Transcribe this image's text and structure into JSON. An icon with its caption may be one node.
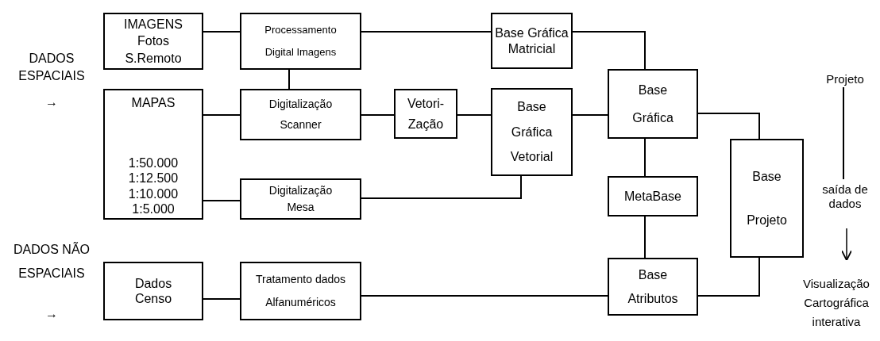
{
  "diagram": {
    "nodes": [
      {
        "text": [
          "IMAGENS",
          "Fotos",
          "S.Remoto"
        ]
      },
      {
        "text": [
          "Processamento",
          "Digital Imagens"
        ]
      },
      {
        "text": [
          "Base Gráfica Matricial"
        ]
      },
      {
        "text": [
          "MAPAS",
          "1:50.000 1:12.500 1:10.000 1:5.000"
        ]
      },
      {
        "text": [
          "Digitalização",
          "Scanner"
        ]
      },
      {
        "text": [
          "Vetori-",
          "Zação"
        ]
      },
      {
        "text": [
          "Base",
          "Gráfica",
          "Vetorial"
        ]
      },
      {
        "text": [
          "Base",
          "Gráfica"
        ]
      },
      {
        "text": [
          "Digitalização",
          "Mesa"
        ]
      },
      {
        "text": [
          "MetaBase"
        ]
      },
      {
        "text": [
          "Base",
          "Projeto"
        ]
      },
      {
        "text": [
          "Dados Censo"
        ]
      },
      {
        "text": [
          "Tratamento dados",
          "Alfanuméricos"
        ]
      },
      {
        "text": [
          "Base",
          "Atributos"
        ]
      },
      {
        "text": [
          "Projeto"
        ]
      },
      {
        "text": [
          "saída de dados"
        ]
      },
      {
        "text": [
          "Visualização Cartográfica interativa"
        ]
      }
    ],
    "edges": [
      {
        "from": 0,
        "to": 1,
        "arrow": "none"
      },
      {
        "from": 1,
        "to": 2,
        "arrow": "none"
      },
      {
        "from": 2,
        "to": 7,
        "arrow": "none"
      },
      {
        "from": 1,
        "to": 4,
        "arrow": "none"
      },
      {
        "from": 3,
        "to": 4,
        "arrow": "none"
      },
      {
        "from": 4,
        "to": 5,
        "arrow": "none"
      },
      {
        "from": 5,
        "to": 6,
        "arrow": "none"
      },
      {
        "from": 6,
        "to": 7,
        "arrow": "none"
      },
      {
        "from": 7,
        "to": 10,
        "arrow": "none"
      },
      {
        "from": 3,
        "to": 8,
        "arrow": "none"
      },
      {
        "from": 8,
        "to": 6,
        "arrow": "none"
      },
      {
        "from": 7,
        "to": 9,
        "arrow": "none"
      },
      {
        "from": 9,
        "to": 13,
        "arrow": "none"
      },
      {
        "from": 11,
        "to": 12,
        "arrow": "none"
      },
      {
        "from": 12,
        "to": 13,
        "arrow": "none"
      },
      {
        "from": 13,
        "to": 10,
        "arrow": "none"
      },
      {
        "from": 14,
        "to": 15,
        "arrow": "none"
      },
      {
        "from": 15,
        "to": 16,
        "arrow": "to"
      }
    ],
    "labels": [
      "DADOS ESPACIAIS",
      "→",
      "DADOS NÃO ESPACIAIS",
      "→"
    ]
  }
}
